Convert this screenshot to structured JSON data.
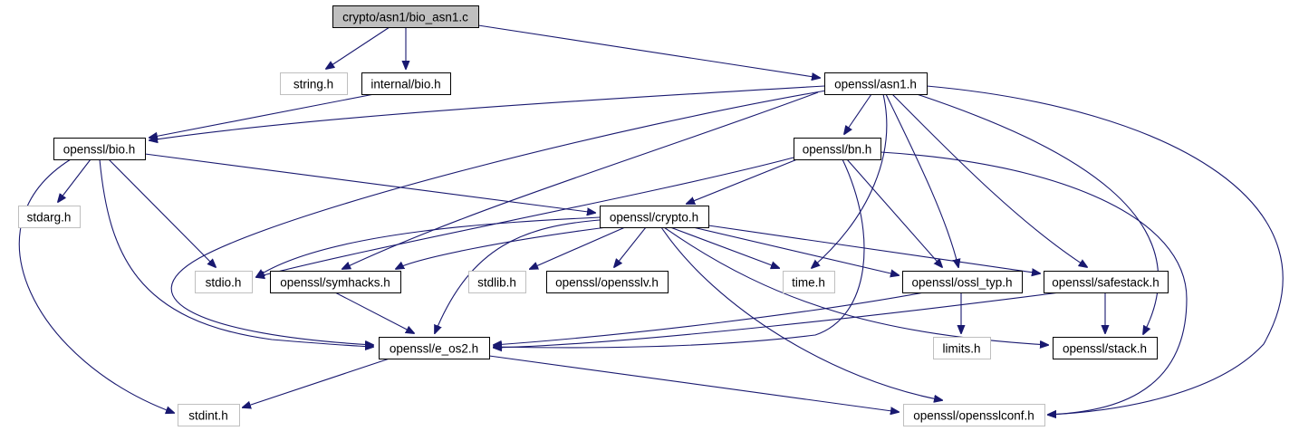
{
  "graph": {
    "edge_color": "#191970",
    "nodes": [
      {
        "id": "root",
        "label": "crypto/asn1/bio_asn1.c",
        "kind": "root"
      },
      {
        "id": "string",
        "label": "string.h",
        "kind": "system"
      },
      {
        "id": "internal_bio",
        "label": "internal/bio.h",
        "kind": "linked"
      },
      {
        "id": "asn1",
        "label": "openssl/asn1.h",
        "kind": "linked"
      },
      {
        "id": "bio",
        "label": "openssl/bio.h",
        "kind": "linked"
      },
      {
        "id": "bn",
        "label": "openssl/bn.h",
        "kind": "linked"
      },
      {
        "id": "stdarg",
        "label": "stdarg.h",
        "kind": "system"
      },
      {
        "id": "crypto",
        "label": "openssl/crypto.h",
        "kind": "linked"
      },
      {
        "id": "stdio",
        "label": "stdio.h",
        "kind": "system"
      },
      {
        "id": "symhacks",
        "label": "openssl/symhacks.h",
        "kind": "linked"
      },
      {
        "id": "stdlib",
        "label": "stdlib.h",
        "kind": "system"
      },
      {
        "id": "opensslv",
        "label": "openssl/opensslv.h",
        "kind": "linked"
      },
      {
        "id": "time",
        "label": "time.h",
        "kind": "system"
      },
      {
        "id": "ossl_typ",
        "label": "openssl/ossl_typ.h",
        "kind": "linked"
      },
      {
        "id": "safestack",
        "label": "openssl/safestack.h",
        "kind": "linked"
      },
      {
        "id": "e_os2",
        "label": "openssl/e_os2.h",
        "kind": "linked"
      },
      {
        "id": "limits",
        "label": "limits.h",
        "kind": "system"
      },
      {
        "id": "stack",
        "label": "openssl/stack.h",
        "kind": "linked"
      },
      {
        "id": "stdint",
        "label": "stdint.h",
        "kind": "system"
      },
      {
        "id": "opensslconf",
        "label": "openssl/opensslconf.h",
        "kind": "system"
      }
    ],
    "edges": [
      {
        "from": "root",
        "to": "string"
      },
      {
        "from": "root",
        "to": "internal_bio"
      },
      {
        "from": "root",
        "to": "asn1"
      },
      {
        "from": "internal_bio",
        "to": "bio"
      },
      {
        "from": "asn1",
        "to": "bio"
      },
      {
        "from": "asn1",
        "to": "e_os2"
      },
      {
        "from": "asn1",
        "to": "symhacks"
      },
      {
        "from": "asn1",
        "to": "bn"
      },
      {
        "from": "asn1",
        "to": "time"
      },
      {
        "from": "asn1",
        "to": "ossl_typ"
      },
      {
        "from": "asn1",
        "to": "safestack"
      },
      {
        "from": "asn1",
        "to": "stack"
      },
      {
        "from": "asn1",
        "to": "opensslconf"
      },
      {
        "from": "bio",
        "to": "stdarg"
      },
      {
        "from": "bio",
        "to": "stdio"
      },
      {
        "from": "bio",
        "to": "crypto"
      },
      {
        "from": "bio",
        "to": "e_os2"
      },
      {
        "from": "bio",
        "to": "stdint"
      },
      {
        "from": "bn",
        "to": "stdio"
      },
      {
        "from": "bn",
        "to": "crypto"
      },
      {
        "from": "bn",
        "to": "e_os2"
      },
      {
        "from": "bn",
        "to": "ossl_typ"
      },
      {
        "from": "bn",
        "to": "opensslconf"
      },
      {
        "from": "crypto",
        "to": "stdio"
      },
      {
        "from": "crypto",
        "to": "symhacks"
      },
      {
        "from": "crypto",
        "to": "stdlib"
      },
      {
        "from": "crypto",
        "to": "opensslv"
      },
      {
        "from": "crypto",
        "to": "time"
      },
      {
        "from": "crypto",
        "to": "ossl_typ"
      },
      {
        "from": "crypto",
        "to": "safestack"
      },
      {
        "from": "crypto",
        "to": "e_os2"
      },
      {
        "from": "crypto",
        "to": "stack"
      },
      {
        "from": "crypto",
        "to": "opensslconf"
      },
      {
        "from": "symhacks",
        "to": "e_os2"
      },
      {
        "from": "ossl_typ",
        "to": "e_os2"
      },
      {
        "from": "ossl_typ",
        "to": "limits"
      },
      {
        "from": "safestack",
        "to": "stack"
      },
      {
        "from": "safestack",
        "to": "e_os2"
      },
      {
        "from": "e_os2",
        "to": "stdint"
      },
      {
        "from": "e_os2",
        "to": "opensslconf"
      }
    ]
  }
}
